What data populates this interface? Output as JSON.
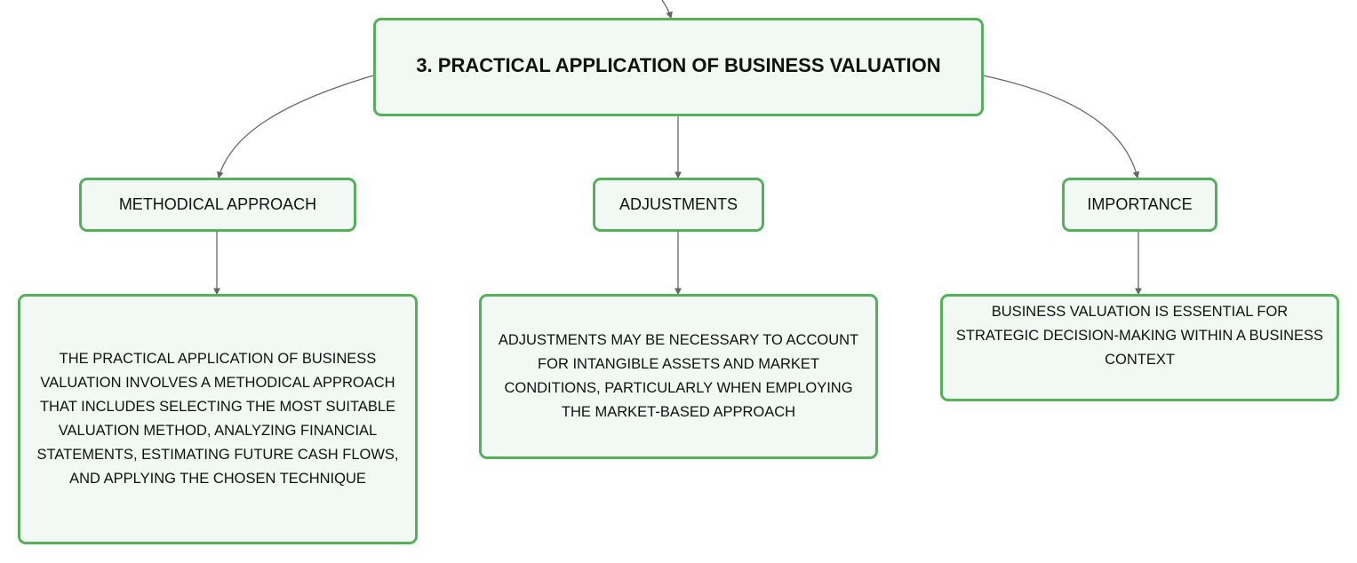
{
  "root": {
    "label": "3. Practical Application of Business Valuation"
  },
  "branches": [
    {
      "label": "Methodical Approach",
      "detail": "The practical application of business valuation involves a methodical approach that includes selecting the most suitable valuation method, analyzing financial statements, estimating future cash flows, and applying the chosen technique"
    },
    {
      "label": "Adjustments",
      "detail": "Adjustments may be necessary to account for intangible assets and market conditions, particularly when employing the market-based approach"
    },
    {
      "label": "Importance",
      "detail": "Business valuation is essential for strategic decision-making within a business context"
    }
  ],
  "colors": {
    "border": "#55b05c",
    "fill": "#f2f8f3",
    "line": "#666666"
  }
}
